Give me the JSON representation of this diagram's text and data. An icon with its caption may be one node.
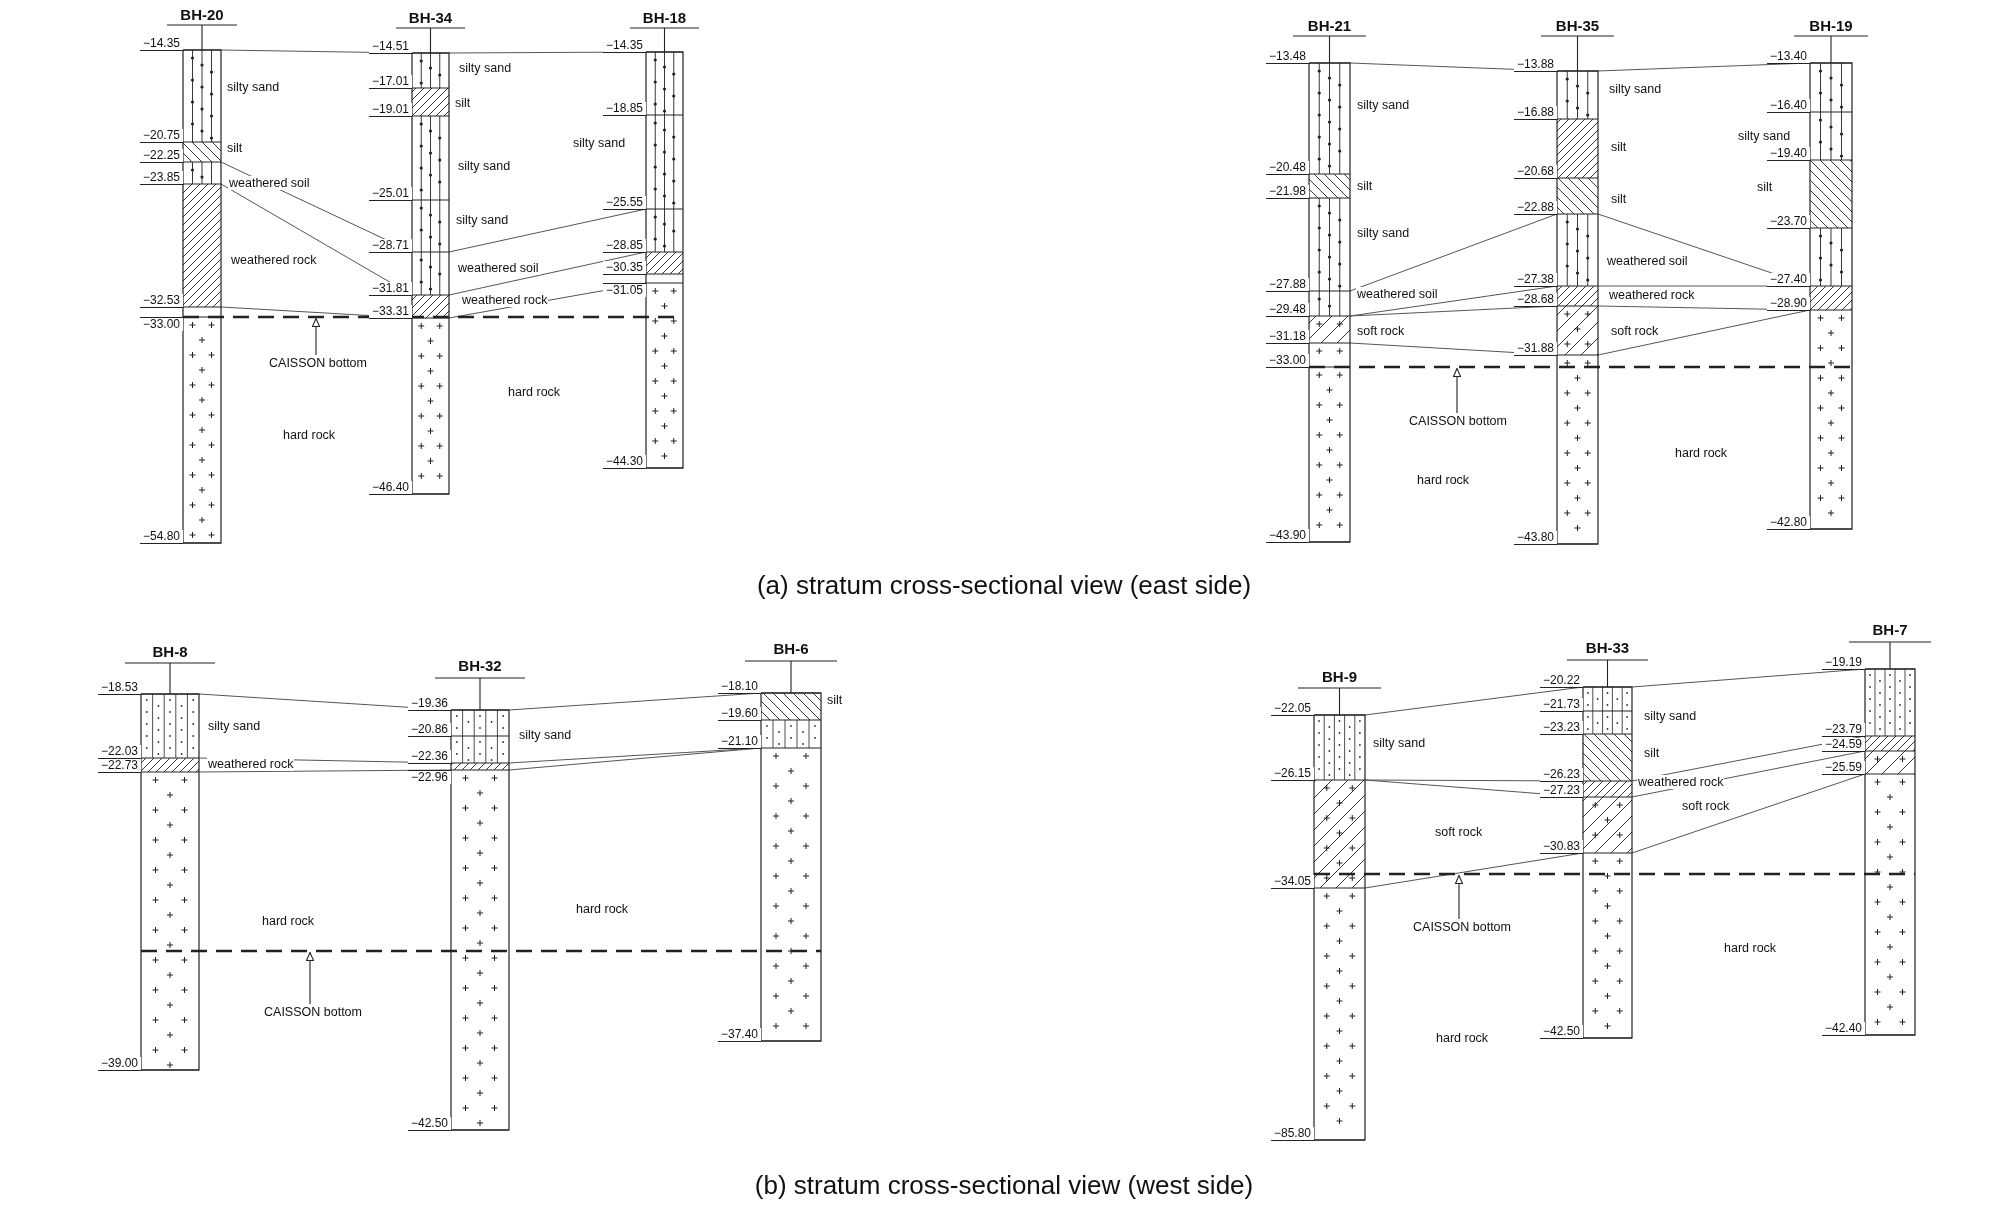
{
  "diagram": {
    "nodes": [
      {
        "text": [
          "BH-20"
        ],
        "beside": [
          "−14.35",
          "−20.75",
          "−22.25",
          "−23.85",
          "−32.53",
          "−33.00",
          "−54.80"
        ]
      },
      {
        "text": [
          "BH-34"
        ],
        "beside": [
          "−14.51",
          "−17.01",
          "−19.01",
          "−25.01",
          "−28.71",
          "−31.81",
          "−33.31",
          "−46.40"
        ]
      },
      {
        "text": [
          "BH-18"
        ],
        "beside": [
          "−14.35",
          "−18.85",
          "−25.55",
          "−28.85",
          "−30.35",
          "−31.05",
          "−44.30"
        ]
      },
      {
        "text": [
          "CAISSON bottom"
        ]
      },
      {
        "text": [
          "BH-21"
        ],
        "beside": [
          "−13.48",
          "−20.48",
          "−21.98",
          "−27.88",
          "−29.48",
          "−31.18",
          "−33.00",
          "−43.90"
        ]
      },
      {
        "text": [
          "BH-35"
        ],
        "beside": [
          "−13.88",
          "−16.88",
          "−20.68",
          "−22.88",
          "−27.38",
          "−28.68",
          "−31.88",
          "−43.80"
        ]
      },
      {
        "text": [
          "BH-19"
        ],
        "beside": [
          "−13.40",
          "−16.40",
          "−19.40",
          "−23.70",
          "−27.40",
          "−28.90",
          "−42.80"
        ]
      },
      {
        "text": [
          "CAISSON bottom"
        ]
      },
      {
        "text": [
          "BH-8"
        ],
        "beside": [
          "−18.53",
          "−22.03",
          "−22.73",
          "−39.00"
        ]
      },
      {
        "text": [
          "BH-32"
        ],
        "beside": [
          "−19.36",
          "−20.86",
          "−22.36",
          "−22.96",
          "−42.50"
        ]
      },
      {
        "text": [
          "BH-6"
        ],
        "beside": [
          "−18.10",
          "−19.60",
          "−21.10",
          "−37.40"
        ]
      },
      {
        "text": [
          "CAISSON bottom"
        ]
      },
      {
        "text": [
          "BH-9"
        ],
        "beside": [
          "−22.05",
          "−26.15",
          "−34.05",
          "−85.80"
        ]
      },
      {
        "text": [
          "BH-33"
        ],
        "beside": [
          "−20.22",
          "−21.73",
          "−23.23",
          "−26.23",
          "−27.23",
          "−30.83",
          "−42.50"
        ]
      },
      {
        "text": [
          "BH-7"
        ],
        "beside": [
          "−19.19",
          "−23.79",
          "−24.59",
          "−25.59",
          "−42.40"
        ]
      },
      {
        "text": [
          "CAISSON bottom"
        ]
      },
      {
        "text": [],
        "shape": "line"
      },
      {
        "text": [],
        "shape": "line"
      },
      {
        "text": [],
        "shape": "line"
      },
      {
        "text": [],
        "shape": "line"
      }
    ],
    "edges": [
      {
        "from": 3,
        "to": 16,
        "arrow": "to"
      },
      {
        "from": 7,
        "to": 17,
        "arrow": "to"
      },
      {
        "from": 11,
        "to": 18,
        "arrow": "to"
      },
      {
        "from": 15,
        "to": 19,
        "arrow": "to"
      }
    ],
    "labels": [
      "silty sand",
      "silt",
      "weathered soil",
      "weathered rock",
      "silty sand",
      "silt",
      "silty sand",
      "silty sand",
      "weathered soil",
      "weathered rock",
      "silty sand",
      "hard rock",
      "hard rock",
      "silty sand",
      "silt",
      "silty sand",
      "weathered soil",
      "soft rock",
      "silty sand",
      "silt",
      "silt",
      "weathered soil",
      "weathered rock",
      "soft rock",
      "silty sand",
      "silt",
      "hard rock",
      "hard rock",
      "(a) stratum cross-sectional view (east side)",
      "silty sand",
      "weathered rock",
      "silty sand",
      "silt",
      "hard rock",
      "hard rock",
      "silty sand",
      "silty sand",
      "silt",
      "weathered rock",
      "soft rock",
      "soft rock",
      "hard rock",
      "hard rock",
      "(b) stratum cross-sectional view (west side)"
    ]
  }
}
